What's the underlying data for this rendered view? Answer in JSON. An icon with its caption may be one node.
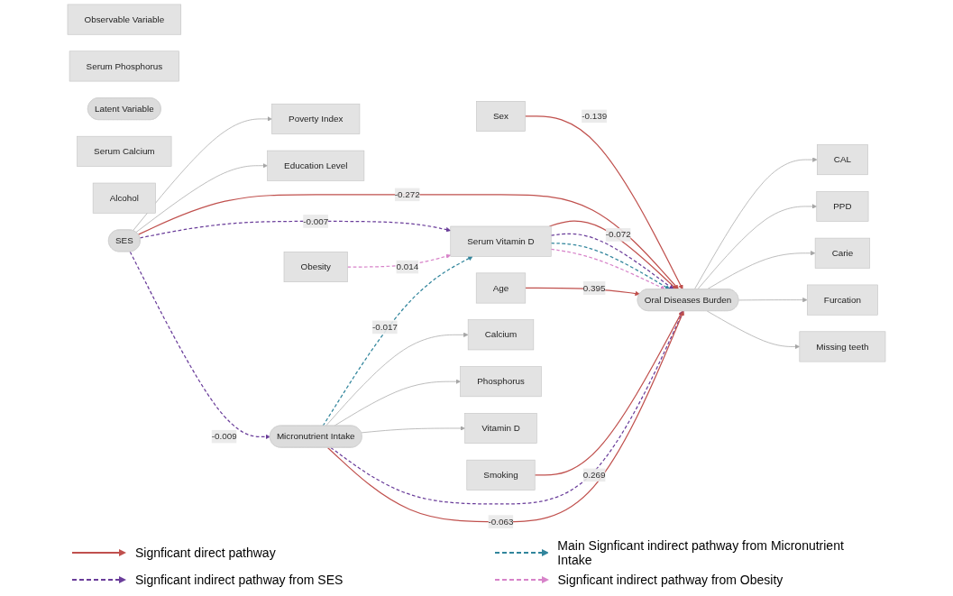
{
  "diagram": {
    "nodes": [
      {
        "text": [
          "Sex"
        ]
      },
      {
        "text": [
          "Alcohol"
        ]
      },
      {
        "text": [
          "Serum Calcium"
        ]
      },
      {
        "text": [
          "Poverty Index"
        ]
      },
      {
        "text": [
          "SES"
        ]
      },
      {
        "text": [
          "Education Level"
        ]
      },
      {
        "text": [
          "Serum Vitamin D"
        ]
      },
      {
        "text": [
          "Obesity"
        ]
      },
      {
        "text": [
          "Oral Diseases Burden"
        ]
      },
      {
        "text": [
          "CAL"
        ]
      },
      {
        "text": [
          "PPD"
        ]
      },
      {
        "text": [
          "Carie"
        ]
      },
      {
        "text": [
          "Furcation"
        ]
      },
      {
        "text": [
          "Missing teeth"
        ]
      },
      {
        "text": [
          "Age"
        ]
      },
      {
        "text": [
          "Smoking"
        ]
      },
      {
        "text": [
          "Micronutrient Intake"
        ]
      },
      {
        "text": [
          "Serum Phosphorus"
        ]
      },
      {
        "text": [
          "Calcium"
        ]
      },
      {
        "text": [
          "Phosphorus"
        ]
      },
      {
        "text": [
          "Vitamin D"
        ]
      },
      {
        "text": [
          "Latent Variable"
        ]
      },
      {
        "text": [
          "Observable Variable"
        ]
      }
    ],
    "edges": [
      {
        "from": 4,
        "to": 3,
        "arrow": "to"
      },
      {
        "from": 4,
        "to": 5,
        "arrow": "to"
      },
      {
        "from": 0,
        "to": 8,
        "label": "-0.139",
        "arrow": "to",
        "color": "#c0504d"
      },
      {
        "from": 4,
        "to": 6,
        "label": "-0.007",
        "arrow": "to",
        "style": "dashed",
        "color": "#6a3d9a"
      },
      {
        "from": 4,
        "to": 8,
        "label": "-0.272",
        "arrow": "to",
        "color": "#c0504d"
      },
      {
        "from": 4,
        "to": 16,
        "label": "-0.009",
        "arrow": "to",
        "style": "dashed",
        "color": "#6a3d9a"
      },
      {
        "from": 7,
        "to": 6,
        "label": "0.014",
        "arrow": "to",
        "style": "dashed",
        "color": "#d783c9"
      },
      {
        "from": 6,
        "to": 8,
        "label": "-0.072",
        "arrow": "to",
        "color": "#c0504d"
      },
      {
        "from": 6,
        "to": 8,
        "arrow": "to",
        "style": "dashed",
        "color": "#6a3d9a"
      },
      {
        "from": 6,
        "to": 8,
        "arrow": "to",
        "style": "dashed",
        "color": "#31859c"
      },
      {
        "from": 6,
        "to": 8,
        "arrow": "to",
        "style": "dashed",
        "color": "#d783c9"
      },
      {
        "from": 14,
        "to": 8,
        "label": "0.395",
        "arrow": "to",
        "color": "#c0504d"
      },
      {
        "from": 15,
        "to": 8,
        "label": "0.269",
        "arrow": "to",
        "color": "#c0504d"
      },
      {
        "from": 16,
        "to": 6,
        "label": "-0.017",
        "arrow": "to",
        "style": "dashed",
        "color": "#31859c"
      },
      {
        "from": 16,
        "to": 8,
        "arrow": "to",
        "style": "dashed",
        "color": "#6a3d9a"
      },
      {
        "from": 16,
        "to": 8,
        "label": "-0.063",
        "arrow": "to",
        "color": "#c0504d"
      },
      {
        "from": 8,
        "to": 9,
        "arrow": "to"
      },
      {
        "from": 8,
        "to": 10,
        "arrow": "to"
      },
      {
        "from": 8,
        "to": 11,
        "arrow": "to"
      },
      {
        "from": 8,
        "to": 12,
        "arrow": "to"
      },
      {
        "from": 8,
        "to": 13,
        "arrow": "to"
      },
      {
        "from": 16,
        "to": 18,
        "arrow": "to"
      },
      {
        "from": 16,
        "to": 19,
        "arrow": "to"
      },
      {
        "from": 16,
        "to": 20,
        "arrow": "to"
      }
    ],
    "legend": [
      {
        "text": "Signficant direct pathway"
      },
      {
        "text": "Signficant indirect pathway from SES"
      },
      {
        "text": "Main Signficant indirect pathway from Micronutrient Intake"
      },
      {
        "text": "Signficant indirect pathway from Obesity"
      }
    ]
  }
}
